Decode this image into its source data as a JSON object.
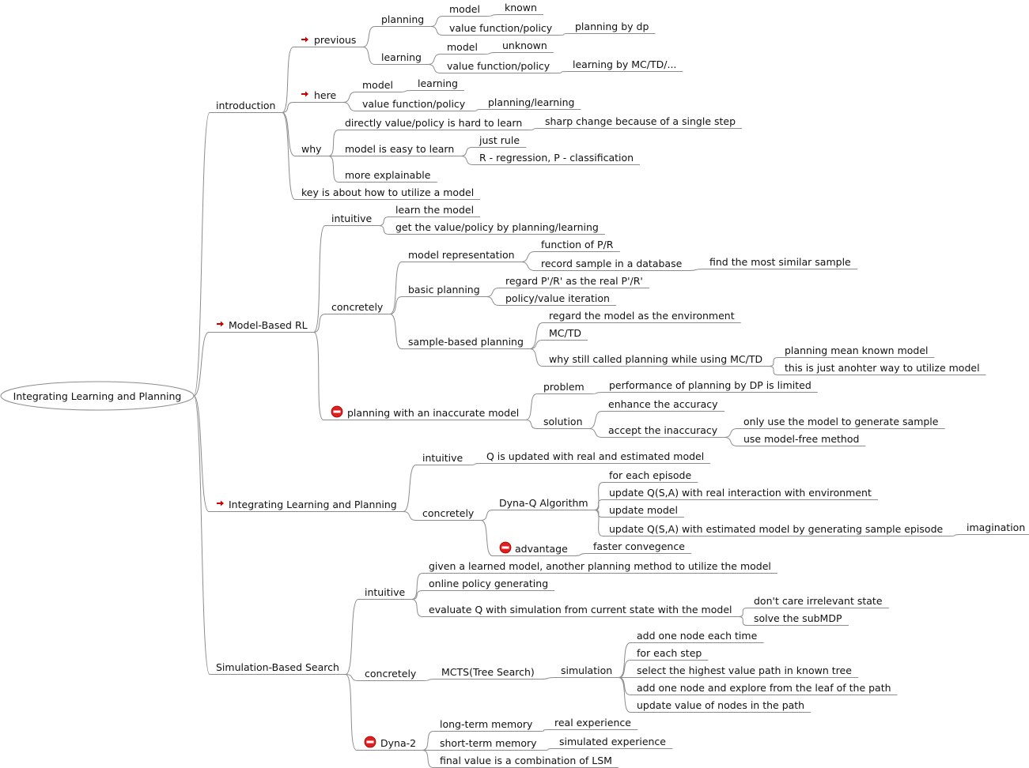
{
  "colors": {
    "line": "#8c8c8c",
    "text": "#111111",
    "arrow": "#cc0000",
    "stop": "#e02020"
  },
  "root": "Integrating Learning and Planning",
  "nodes": {
    "introduction": "introduction",
    "previous": "previous",
    "planning": "planning",
    "pl_model": "model",
    "pl_known": "known",
    "pl_vfp": "value function/policy",
    "pl_dp": "planning by dp",
    "learning": "learning",
    "le_model": "model",
    "le_unknown": "unknown",
    "le_vfp": "value function/policy",
    "le_mctd": "learning by MC/TD/...",
    "here": "here",
    "he_model": "model",
    "he_learning": "learning",
    "he_vfp": "value function/policy",
    "he_pl": "planning/learning",
    "why": "why",
    "why_hard": "directly value/policy is hard to learn",
    "why_sharp": "sharp change because of a single step",
    "why_easy": "model is easy to learn",
    "why_rule": "just rule",
    "why_reg": "R - regression, P - classification",
    "why_expl": "more explainable",
    "key": "key is about how to utilize a model",
    "mbrl": "Model-Based RL",
    "mb_intuitive": "intuitive",
    "mb_learn": "learn the model",
    "mb_get": "get the value/policy by planning/learning",
    "mb_concretely": "concretely",
    "mr": "model representation",
    "mr_func": "function of P/R",
    "mr_record": "record sample in a database",
    "mr_similar": "find the most similar sample",
    "bp": "basic planning",
    "bp_regard": "regard P'/R' as the real P'/R'",
    "bp_pi": "policy/value iteration",
    "sbp": "sample-based planning",
    "sbp_env": "regard the model as the environment",
    "sbp_mctd": "MC/TD",
    "sbp_why": "why still called planning while using MC/TD",
    "sbp_known": "planning mean known model",
    "sbp_another": "this is just anohter way to utilize model",
    "inacc": "planning with an inaccurate model",
    "problem": "problem",
    "problem_perf": "performance of planning by DP is limited",
    "solution": "solution",
    "sol_enhance": "enhance the accuracy",
    "sol_accept": "accept the inaccuracy",
    "sol_only": "only use the model to generate sample",
    "sol_free": "use model-free method",
    "ilp": "Integrating Learning and Planning",
    "ilp_intuitive": "intuitive",
    "ilp_q": "Q is updated with real and estimated model",
    "ilp_concretely": "concretely",
    "dyna": "Dyna-Q Algorithm",
    "dyna_each": "for each episode",
    "dyna_upd_real": "update Q(S,A) with real interaction with environment",
    "dyna_upd_model": "update model",
    "dyna_upd_est": "update Q(S,A) with estimated model by generating sample episode",
    "dyna_imag": "imagination",
    "adv": "advantage",
    "adv_fast": "faster convegence",
    "sbs": "Simulation-Based Search",
    "sbs_intuitive": "intuitive",
    "sbs_given": "given a learned model, another planning method to utilize the model",
    "sbs_online": "online policy generating",
    "sbs_eval": "evaluate Q with simulation from current state with the model",
    "sbs_dont": "don't care irrelevant state",
    "sbs_sub": "solve the subMDP",
    "sbs_concretely": "concretely",
    "mcts": "MCTS(Tree Search)",
    "sim": "simulation",
    "sim_add": "add one node each time",
    "sim_each": "for each step",
    "sim_sel": "select the highest value path in known tree",
    "sim_explore": "add one node and explore from the leaf of the path",
    "sim_upd": "update value of nodes in the path",
    "dyna2": "Dyna-2",
    "d2_long": "long-term memory",
    "d2_real": "real experience",
    "d2_short": "short-term memory",
    "d2_sim": "simulated experience",
    "d2_final": "final value is a combination of LSM"
  }
}
